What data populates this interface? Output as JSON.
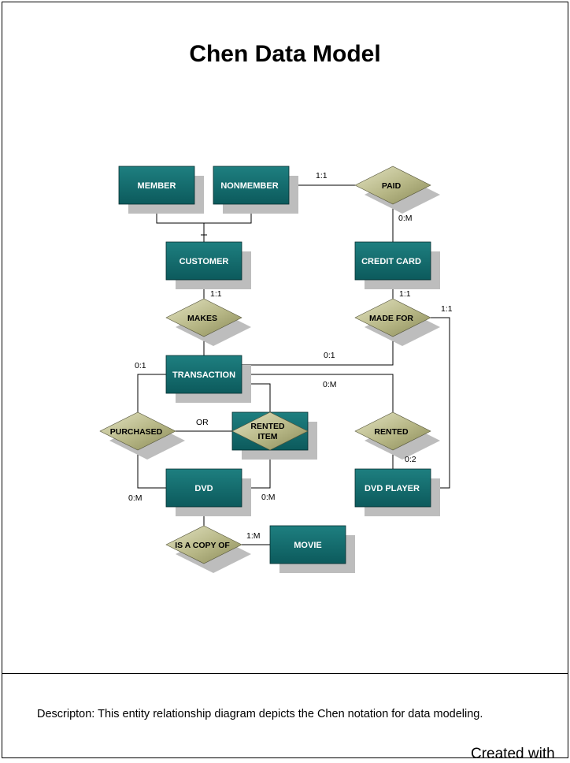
{
  "title": "Chen Data Model",
  "description": "Descripton: This entity relationship diagram depicts the Chen notation for data modeling.",
  "footer": "Created with",
  "colors": {
    "entity_fill": "#116a6c",
    "entity_shadow": "#bdbdbd",
    "relationship_fill": "#b9b98c",
    "line": "#000000"
  },
  "entities": {
    "member": "MEMBER",
    "nonmember": "NONMEMBER",
    "customer": "CUSTOMER",
    "credit_card": "CREDIT CARD",
    "transaction": "TRANSACTION",
    "dvd": "DVD",
    "dvd_player": "DVD PLAYER",
    "movie": "MOVIE"
  },
  "relationships": {
    "paid": "PAID",
    "makes": "MAKES",
    "made_for": "MADE FOR",
    "purchased": "PURCHASED",
    "rented_item_line1": "RENTED",
    "rented_item_line2": "ITEM",
    "rented": "RENTED",
    "is_a_copy_of": "IS A COPY OF"
  },
  "labels": {
    "or": "OR"
  },
  "cardinalities": {
    "nonmember_paid": "1:1",
    "paid_credit_card": "0:M",
    "customer_makes": "1:1",
    "credit_card_made_for": "1:1",
    "made_for_dvd_player": "1:1",
    "made_for_transaction": "0:1",
    "transaction_purchased": "0:1",
    "transaction_rented": "0:M",
    "rented_dvd_player": "0:2",
    "purchased_dvd": "0:M",
    "rented_item_dvd": "0:M",
    "copy_of_movie": "1:M"
  }
}
